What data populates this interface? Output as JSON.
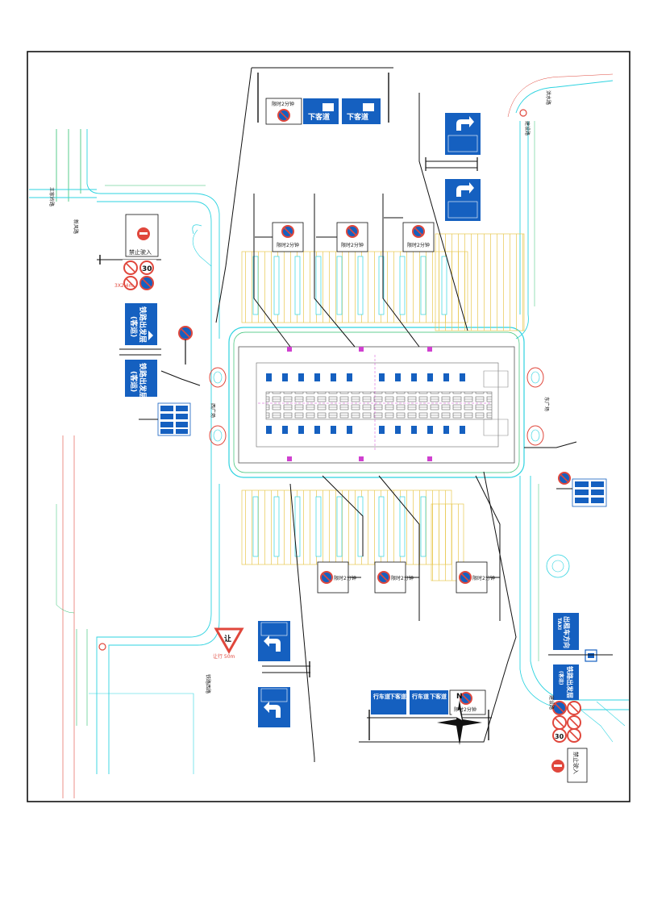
{
  "roads": {
    "n_top_right": "洪\n水\n路",
    "top_right_b": "建\n设\n路",
    "left_road_a": "王家岭路",
    "left_road_b": "新风路",
    "left_road_c": "铁路西路",
    "east_plaza": "东广场",
    "west_plaza": "西广场",
    "bottom_right_road": "建设路"
  },
  "signs": {
    "no_entry": "禁止驶入",
    "no_entry_b": "禁止驶入",
    "temp_parking": "限时2分钟",
    "temp_parking_b": "限时2分钟",
    "temp_parking_c": "限时2分钟",
    "temp_parking_d": "限时2分钟",
    "temp_parking_e": "限时2分钟",
    "temp_parking_f": "限时2分钟",
    "temp_parking_g": "限时2分钟",
    "temp_parking_h": "限时2分钟",
    "station_exit": "铁路出发层",
    "station_exit_sub": "(客运)",
    "station_exit_b": "铁路出发层",
    "station_exit_b_sub": "(客运)",
    "speed_30": "30",
    "speed_30_b": "30",
    "yield": "让",
    "yield_note": "让行 50m",
    "lane_on": "行车道",
    "lane_off": "下客道",
    "lane_on_b": "行车道",
    "lane_off_b": "下客道",
    "lane_top_a": "下客道",
    "lane_top_b": "下客道",
    "height": "3X2.4m",
    "go_direction": "出租车方向",
    "go_direction_sub": "TAXI"
  },
  "compass": {
    "north": "N"
  },
  "colors": {
    "sign_blue": "#1560c0",
    "road_cyan": "#2ed3e0",
    "green": "#30c070",
    "red": "#e0473c",
    "magenta": "#d040d0",
    "parking_yellow": "#e8c850"
  }
}
